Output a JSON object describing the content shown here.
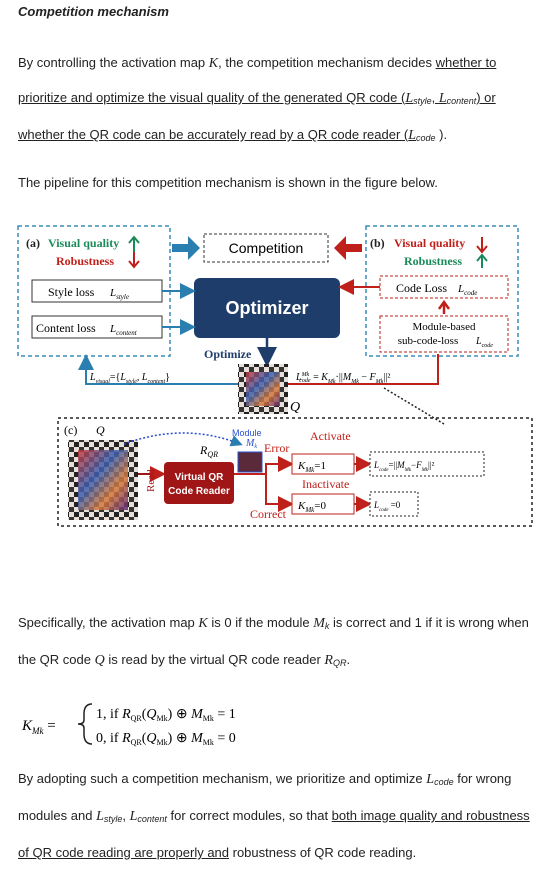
{
  "heading": "Competition mechanism",
  "para1": {
    "t1": "By controlling the activation map ",
    "K": "K",
    "t2": ", the competition mechanism decides ",
    "u1": "whether to prioritize and optimize the visual quality of the generated QR code (",
    "ls": "L",
    "ls_sub": "style",
    "comma": ", ",
    "lc": "L",
    "lc_sub": "content",
    "u1_end": ") or whether the QR code can be accurately read by a QR code reader (",
    "lcode": "L",
    "lcode_sub": "code",
    "end": " )."
  },
  "para2": "The pipeline for this competition mechanism is shown in the figure below.",
  "figure": {
    "a_label": "(a)",
    "visual_quality": "Visual quality",
    "robustness": "Robustness",
    "b_label": "(b)",
    "competition": "Competition",
    "optimizer": "Optimizer",
    "style_loss": "Style loss",
    "content_loss": "Content loss",
    "code_loss": "Code Loss",
    "module_based": "Module-based",
    "sub_code_loss": "sub-code-loss",
    "optimize": "Optimize",
    "l_visual": "L_visual={L_style, L_content}",
    "lcode_formula": "L_code^Mk = K_Mk · ||M_Mk − F_Mk||²",
    "q_label": "Q",
    "c_label": "(c)",
    "c_q": "Q",
    "read": "Read",
    "r_qr": "R_QR",
    "virtual_reader_1": "Virtual QR",
    "virtual_reader_2": "Code Reader",
    "module": "Module",
    "module_mk": "M_k",
    "error": "Error",
    "correct": "Correct",
    "activate": "Activate",
    "inactivate": "Inactivate",
    "k1": "K_Mk = 1",
    "k0": "K_Mk = 0",
    "lc_active": "L_code^Mk = ||M_Mk − F_Mk||²",
    "lc_zero": "L_code^Mk = 0",
    "colors": {
      "green": "#1a8a5a",
      "red": "#c0201a",
      "navy": "#1f3d6b",
      "arrow_blue": "#2a7fb0",
      "dark_red": "#a01616",
      "dash_blue": "#3c8dbc"
    }
  },
  "para3": {
    "t1": "Specifically, the activation map ",
    "K": "K",
    "t2": " is 0 if the module ",
    "M": "M",
    "M_sub": "k",
    "t3": " is correct and 1 if it is wrong when the QR code ",
    "Q": "Q",
    "t4": " is read by the virtual QR code reader ",
    "R": "R",
    "R_sub": "QR",
    "t5": "."
  },
  "formula": {
    "lhs": "K_Mk =",
    "case1": "1,  if  R_QR(Q_Mk) ⊕ M_Mk = 1",
    "case0": "0,  if  R_QR(Q_Mk) ⊕ M_Mk = 0"
  },
  "para4": {
    "t1": "By adopting such a competition mechanism, we prioritize and optimize ",
    "lcode": "L",
    "lcode_sub": "code",
    "t2": " for wrong modules and ",
    "ls": "L",
    "ls_sub": "style",
    "comma": ", ",
    "lc": "L",
    "lc_sub": "content",
    "t3": " for correct modules, so that ",
    "u": "both image quality and robustness of QR code reading are properly and",
    "t4": " robustness of QR code reading."
  }
}
